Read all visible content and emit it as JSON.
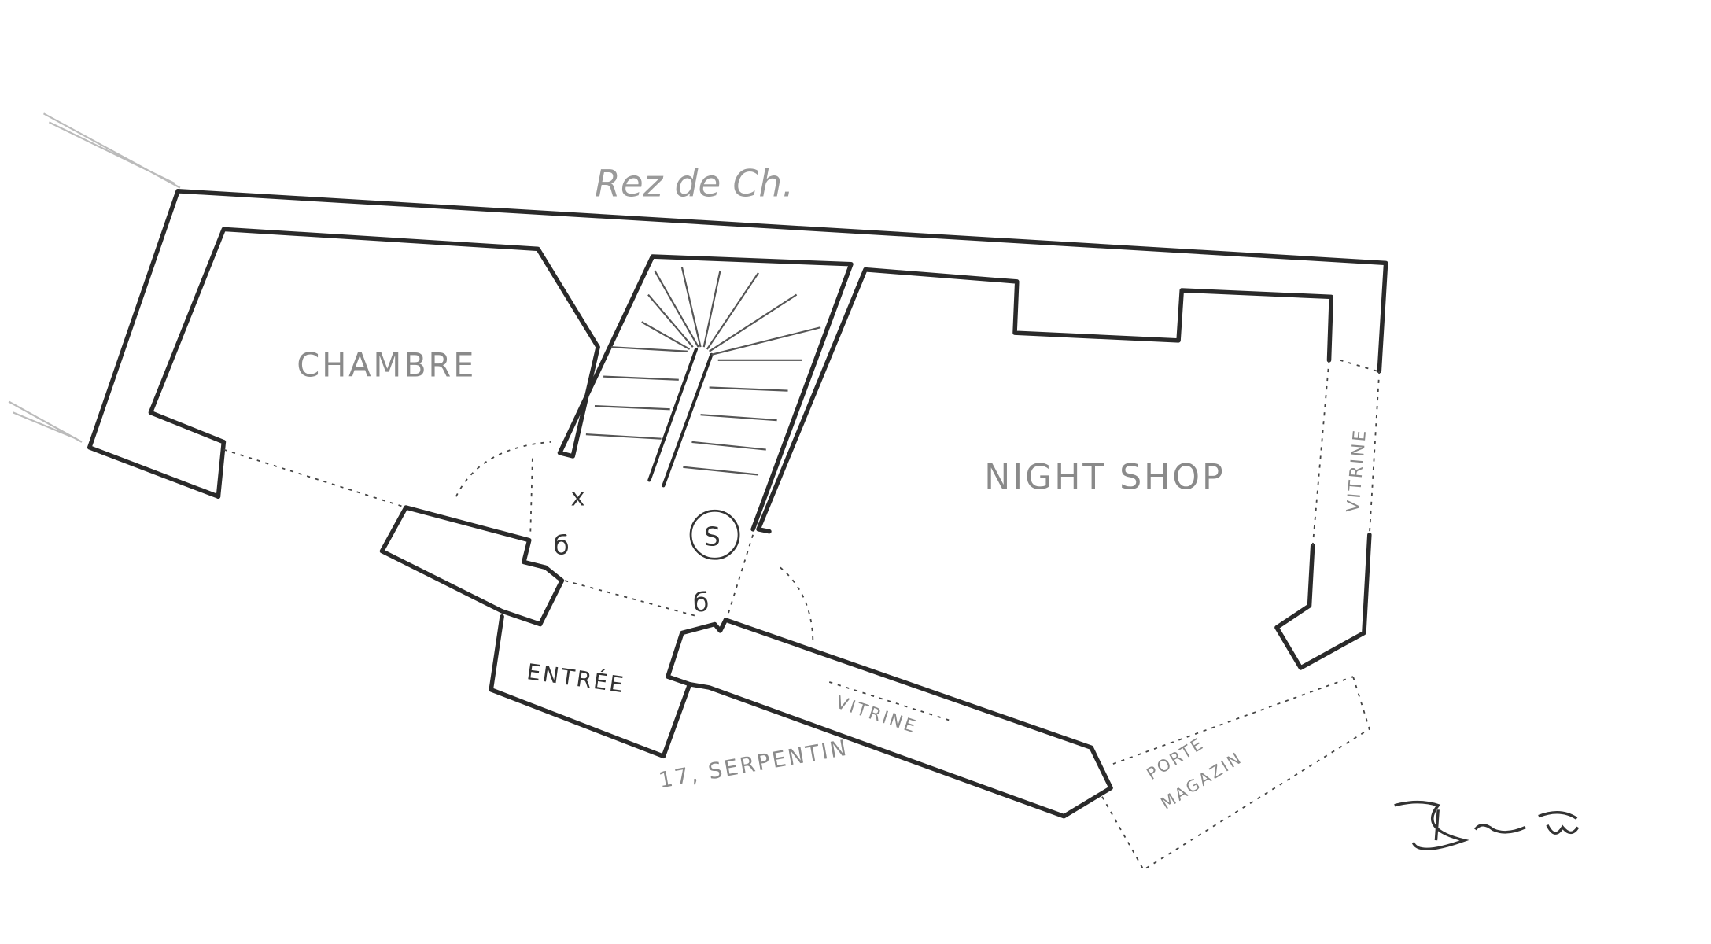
{
  "title": "Rez de Ch.",
  "rooms": {
    "chambre": "CHAMBRE",
    "night_shop": "NIGHT SHOP",
    "entree": "ENTRÉE"
  },
  "labels": {
    "vitrine_right": "VITRINE",
    "vitrine_front": "VITRINE",
    "porte_line1": "PORTE",
    "porte_line2": "MAGAZIN",
    "address": "17, SERPENTIN",
    "stair_symbol": "S",
    "mark_x": "x",
    "mark_outlet_1": "б",
    "mark_outlet_2": "б"
  }
}
